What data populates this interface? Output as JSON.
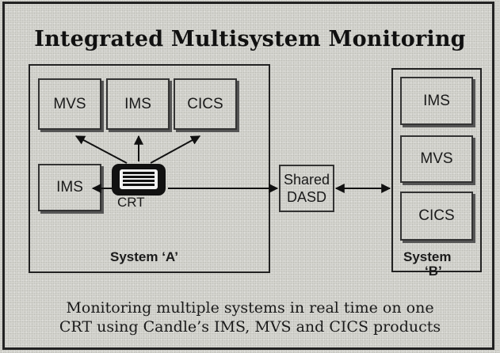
{
  "title": "Integrated Multisystem Monitoring",
  "system_a": {
    "label": "System ‘A’",
    "boxes": {
      "mvs": "MVS",
      "ims_top": "IMS",
      "cics": "CICS",
      "ims_left": "IMS"
    },
    "crt_label": "CRT"
  },
  "shared": {
    "line1": "Shared",
    "line2": "DASD"
  },
  "system_b": {
    "label_line1": "System",
    "label_line2": "‘B’",
    "boxes": {
      "ims": "IMS",
      "mvs": "MVS",
      "cics": "CICS"
    }
  },
  "caption": {
    "line1": "Monitoring multiple systems in real time on one",
    "line2": "CRT using Candle’s IMS, MVS and CICS products"
  },
  "icons": {
    "terminal": "crt-terminal-icon"
  }
}
